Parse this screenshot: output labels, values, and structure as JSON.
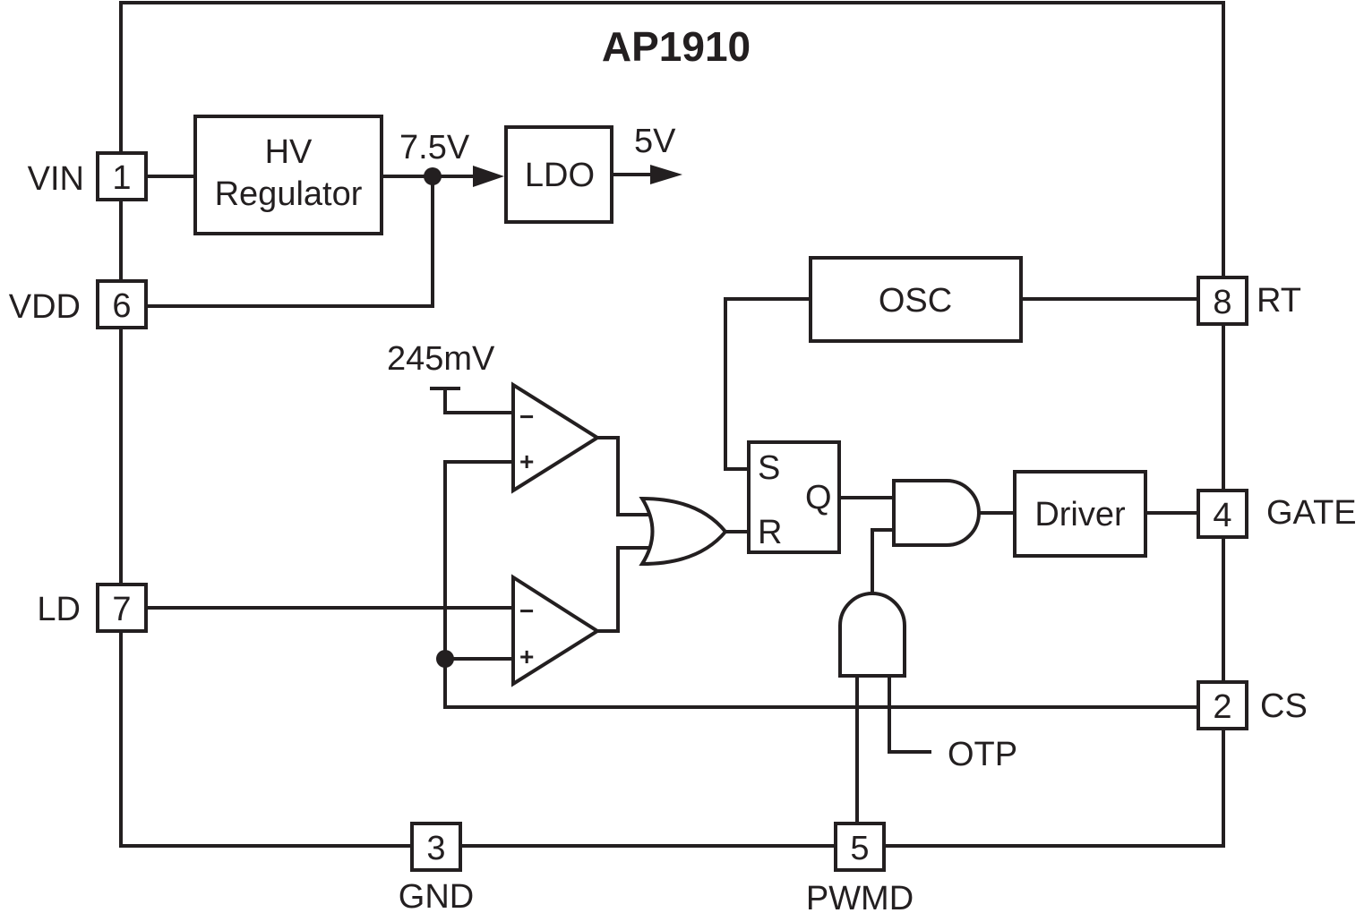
{
  "title": "AP1910",
  "blocks": {
    "hv_line1": "HV",
    "hv_line2": "Regulator",
    "ldo": "LDO",
    "osc": "OSC",
    "driver": "Driver",
    "latch_s": "S",
    "latch_r": "R",
    "latch_q": "Q"
  },
  "signals": {
    "v75": "7.5V",
    "v5": "5V",
    "ref": "245mV",
    "otp": "OTP",
    "minus": "−",
    "plus": "+"
  },
  "pins": {
    "vin": {
      "num": "1",
      "name": "VIN"
    },
    "vdd": {
      "num": "6",
      "name": "VDD"
    },
    "ld": {
      "num": "7",
      "name": "LD"
    },
    "rt": {
      "num": "8",
      "name": "RT"
    },
    "gate": {
      "num": "4",
      "name": "GATE"
    },
    "cs": {
      "num": "2",
      "name": "CS"
    },
    "gnd": {
      "num": "3",
      "name": "GND"
    },
    "pwmd": {
      "num": "5",
      "name": "PWMD"
    }
  },
  "colors": {
    "line": "#231f20",
    "background": "#ffffff"
  }
}
